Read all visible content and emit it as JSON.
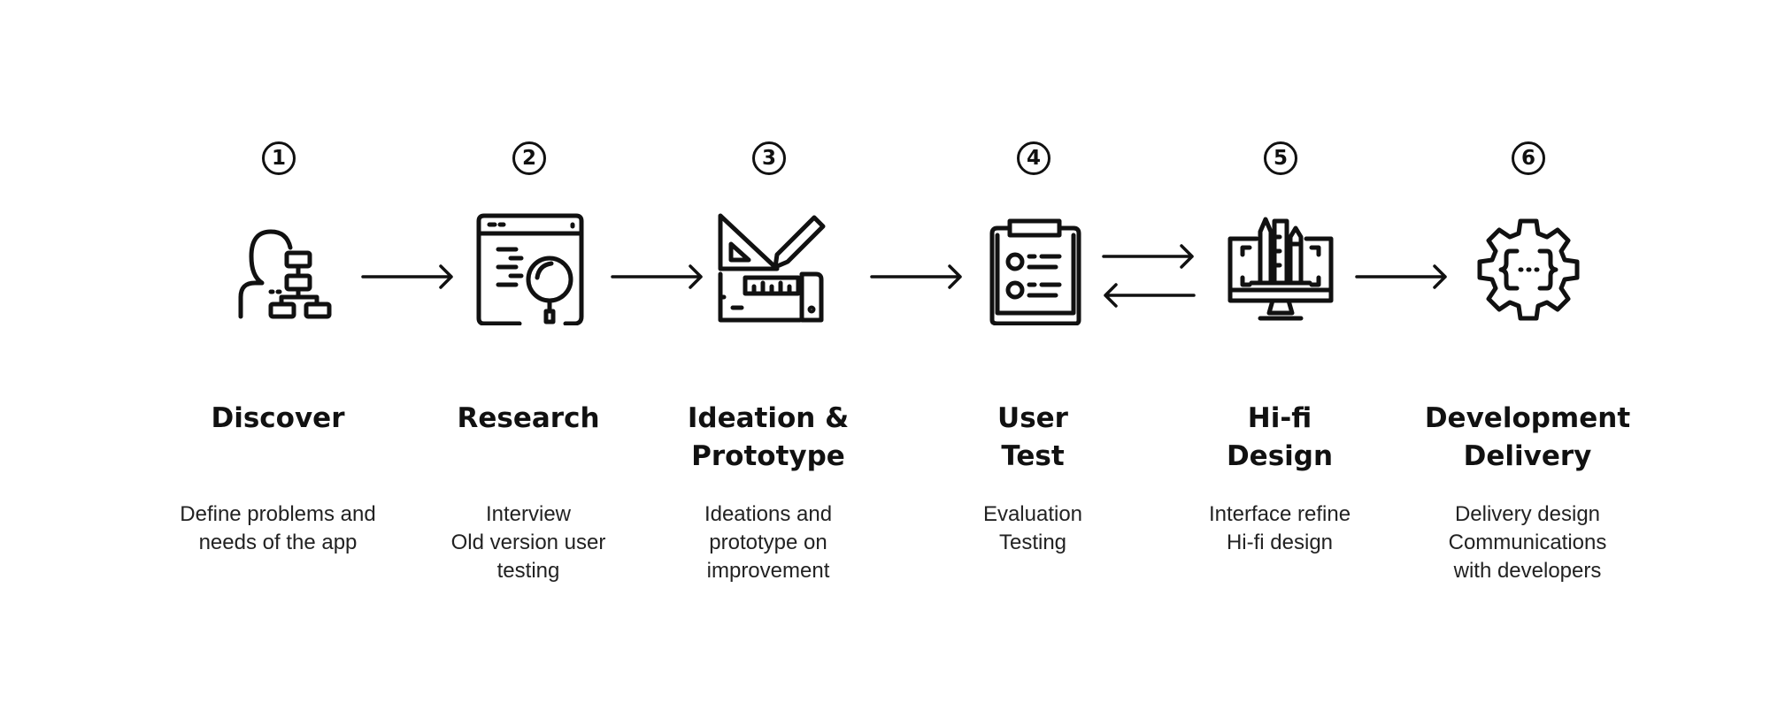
{
  "steps": [
    {
      "number": "1",
      "title": [
        "Discover"
      ],
      "description": [
        "Define problems and",
        "needs of the app"
      ],
      "icon": "person-flowchart-icon"
    },
    {
      "number": "2",
      "title": [
        "Research"
      ],
      "description": [
        "Interview",
        "Old version user",
        "testing"
      ],
      "icon": "browser-magnifier-icon"
    },
    {
      "number": "3",
      "title": [
        "Ideation &",
        "Prototype"
      ],
      "description": [
        "Ideations and",
        "prototype on",
        "improvement"
      ],
      "icon": "design-tools-icon"
    },
    {
      "number": "4",
      "title": [
        "User",
        "Test"
      ],
      "description": [
        "Evaluation",
        "Testing"
      ],
      "icon": "clipboard-checklist-icon"
    },
    {
      "number": "5",
      "title": [
        "Hi-fi",
        "Design"
      ],
      "description": [
        "Interface refine",
        "Hi-fi design"
      ],
      "icon": "monitor-design-icon"
    },
    {
      "number": "6",
      "title": [
        "Development",
        "Delivery"
      ],
      "description": [
        "Delivery design",
        "Communications",
        "with developers"
      ],
      "icon": "gear-code-icon"
    }
  ],
  "connectors": [
    "arrow-right",
    "arrow-right",
    "arrow-right",
    "arrow-bidirectional",
    "arrow-right"
  ],
  "colors": {
    "stroke": "#111111",
    "background": "#ffffff"
  }
}
